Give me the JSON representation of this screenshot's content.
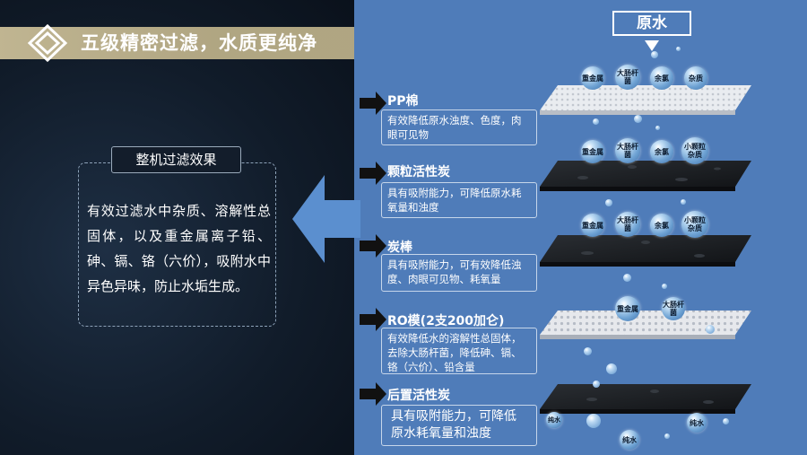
{
  "header": {
    "title": "五级精密过滤，水质更纯净"
  },
  "effect": {
    "label": "整机过滤效果",
    "text": "有效过滤水中杂质、溶解性总固体，以及重金属离子铅、砷、镉、铬（六价），吸附水中异色异味，防止水垢生成。"
  },
  "raw_water": "原水",
  "stages": [
    {
      "title": "PP棉",
      "desc": "有效降低原水浊度、色度，肉眼可见物"
    },
    {
      "title": "颗粒活性炭",
      "desc": "具有吸附能力，可降低原水耗氧量和浊度"
    },
    {
      "title": "炭棒",
      "desc": "具有吸附能力，可有效降低浊度、肉眼可见物、耗氧量"
    },
    {
      "title": "RO模(2支200加仑)",
      "desc": "有效降低水的溶解性总固体，去除大肠杆菌，降低砷、镉、铬（六价）、铅含量"
    },
    {
      "title": "后置活性炭",
      "desc": "具有吸附能力，可降低原水耗氧量和浊度"
    }
  ],
  "bubbles": {
    "layer1": [
      "重金属",
      "大肠杆菌",
      "余氯",
      "杂质"
    ],
    "layer2": [
      "重金属",
      "大肠杆菌",
      "余氯",
      "小颗粒杂质"
    ],
    "layer3": [
      "重金属",
      "大肠杆菌",
      "余氯",
      "小颗粒杂质"
    ],
    "layer4": [
      "重金属",
      "大肠杆菌"
    ],
    "output": [
      "纯水",
      "纯水",
      "纯水"
    ]
  },
  "colors": {
    "header_band": "#c9bd97",
    "right_panel": "#4f7cb9",
    "dark_bg": "#111c2a",
    "pp_layer": "#e6e9ee",
    "carbon_layer": "#1b1e22"
  }
}
